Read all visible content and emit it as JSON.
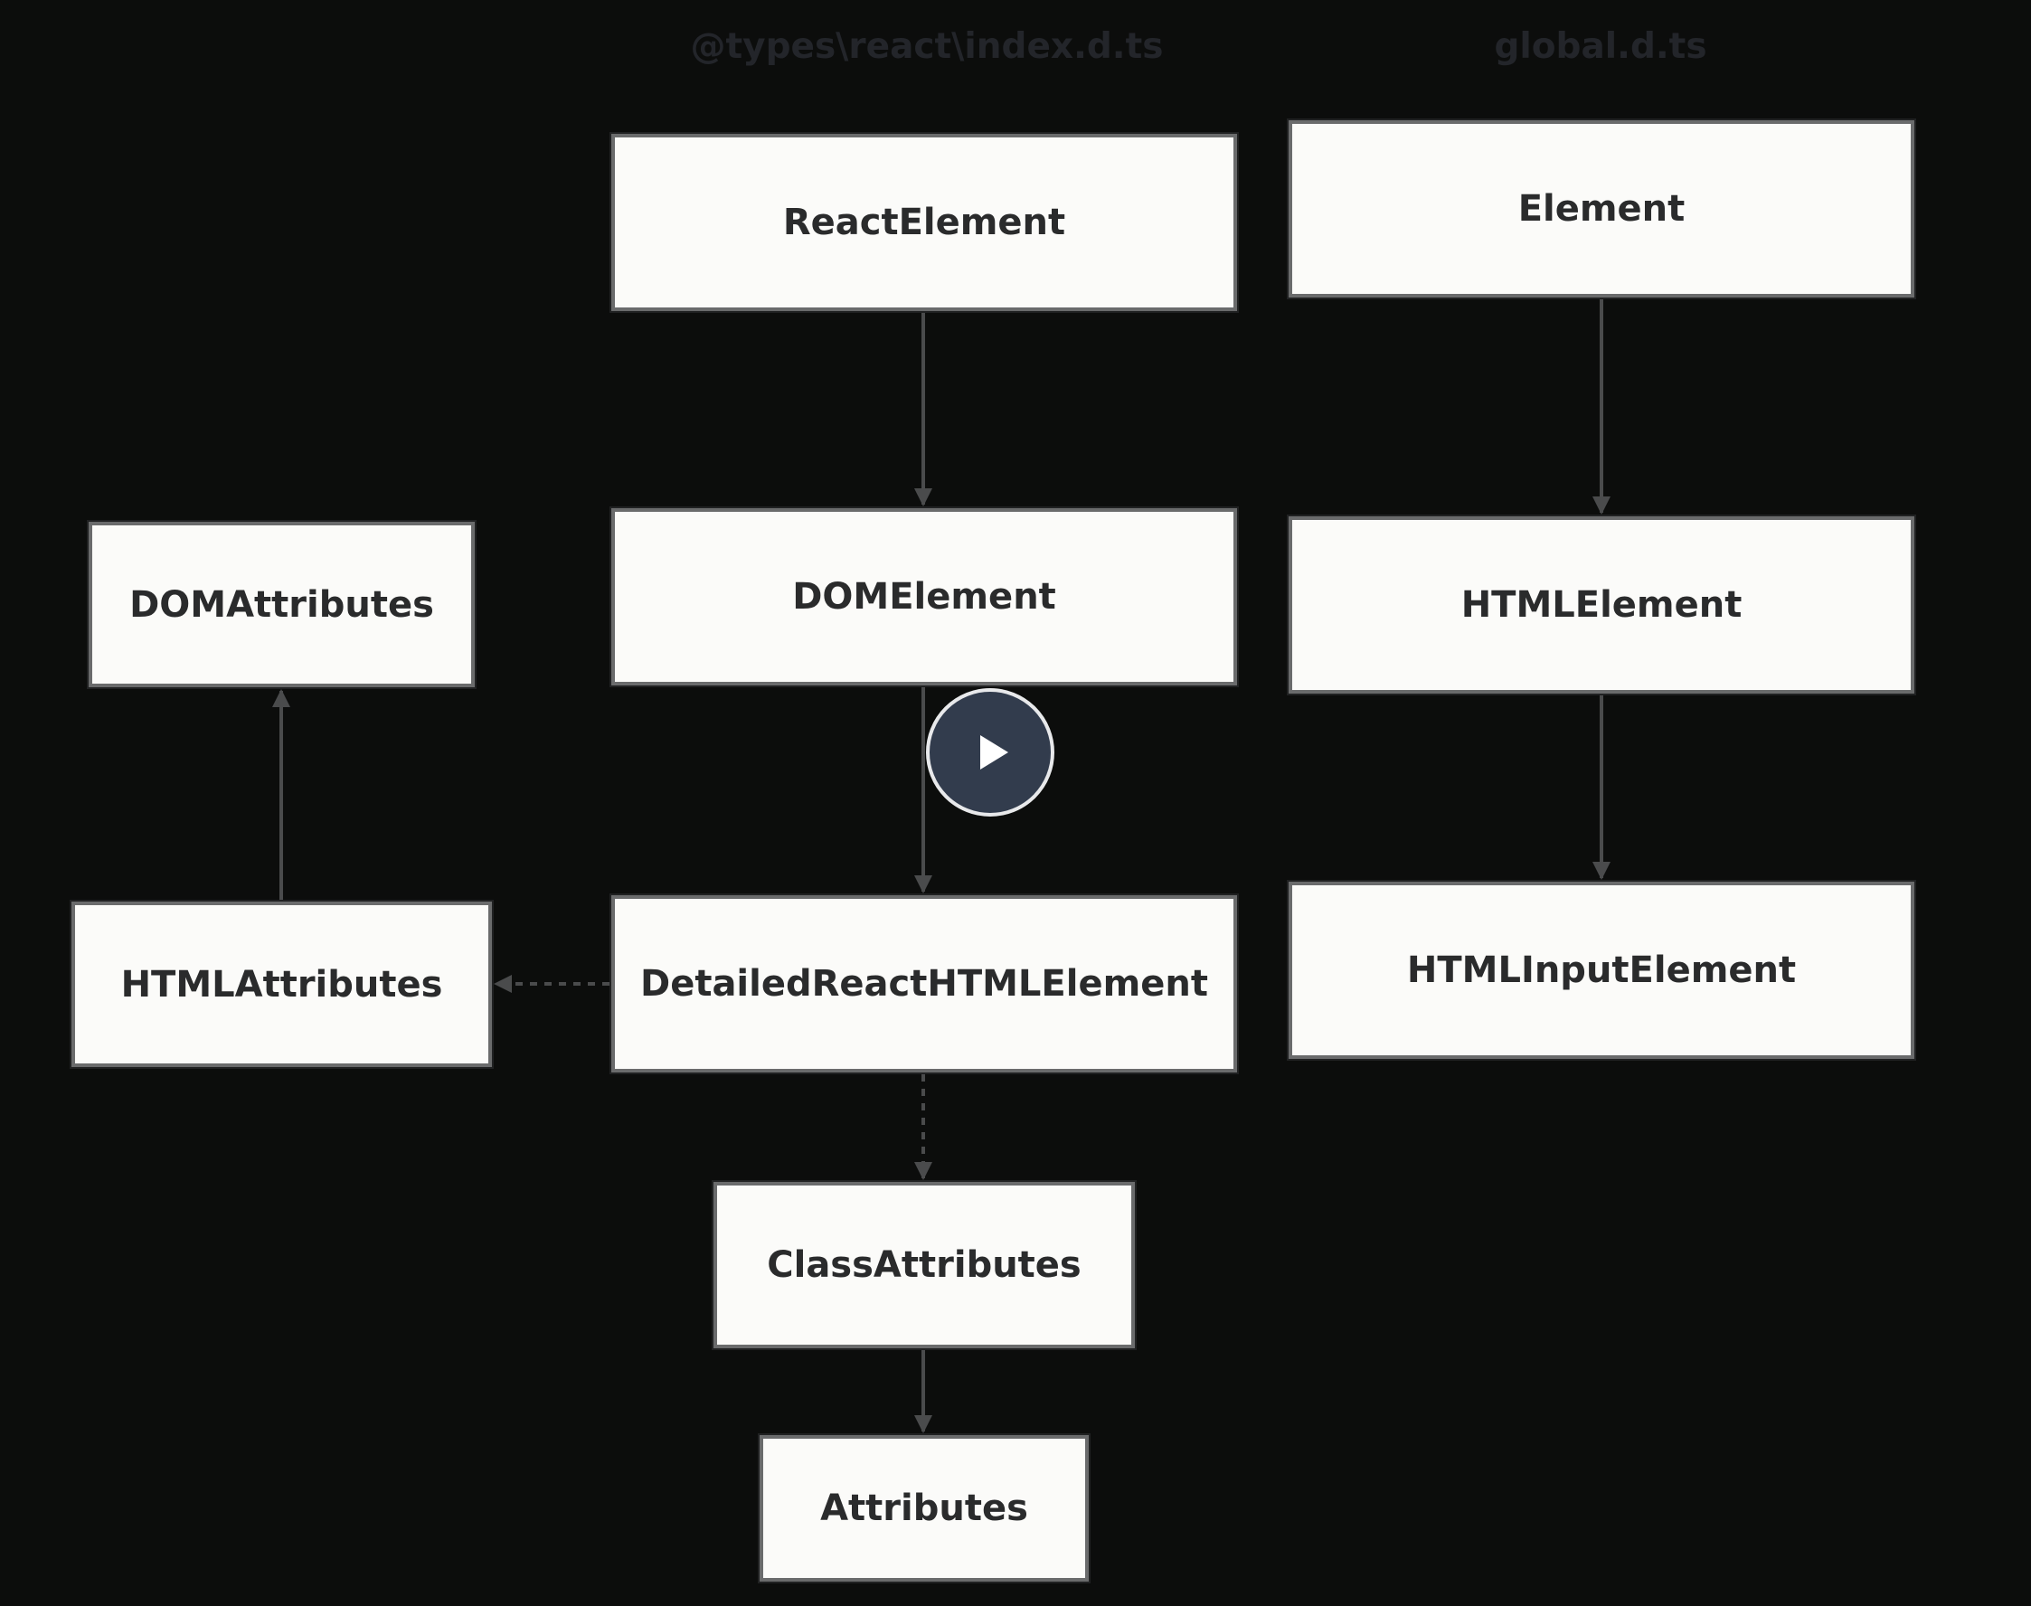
{
  "headers": {
    "left": "@types\\react\\index.d.ts",
    "right": "global.d.ts"
  },
  "nodes": {
    "react_element": "ReactElement",
    "dom_element": "DOMElement",
    "detailed_react_html_element": "DetailedReactHTMLElement",
    "element": "Element",
    "html_element": "HTMLElement",
    "html_input_element": "HTMLInputElement",
    "dom_attributes": "DOMAttributes",
    "html_attributes": "HTMLAttributes",
    "class_attributes": "ClassAttributes",
    "attributes": "Attributes"
  },
  "edges": [
    {
      "from": "ReactElement",
      "to": "DOMElement",
      "style": "solid"
    },
    {
      "from": "DOMElement",
      "to": "DetailedReactHTMLElement",
      "style": "solid"
    },
    {
      "from": "Element",
      "to": "HTMLElement",
      "style": "solid"
    },
    {
      "from": "HTMLElement",
      "to": "HTMLInputElement",
      "style": "solid"
    },
    {
      "from": "HTMLAttributes",
      "to": "DOMAttributes",
      "style": "solid"
    },
    {
      "from": "DetailedReactHTMLElement",
      "to": "HTMLAttributes",
      "style": "dashed"
    },
    {
      "from": "DetailedReactHTMLElement",
      "to": "ClassAttributes",
      "style": "dashed"
    },
    {
      "from": "ClassAttributes",
      "to": "Attributes",
      "style": "solid"
    }
  ],
  "video_overlay": {
    "icon": "play-icon"
  },
  "colors": {
    "background": "#0c0d0c",
    "node_fill": "#fbfbf9",
    "node_text": "#2a2b2c",
    "edge": "#4a4b4c",
    "header_text": "#23252a",
    "play_fill": "#323c4d"
  }
}
